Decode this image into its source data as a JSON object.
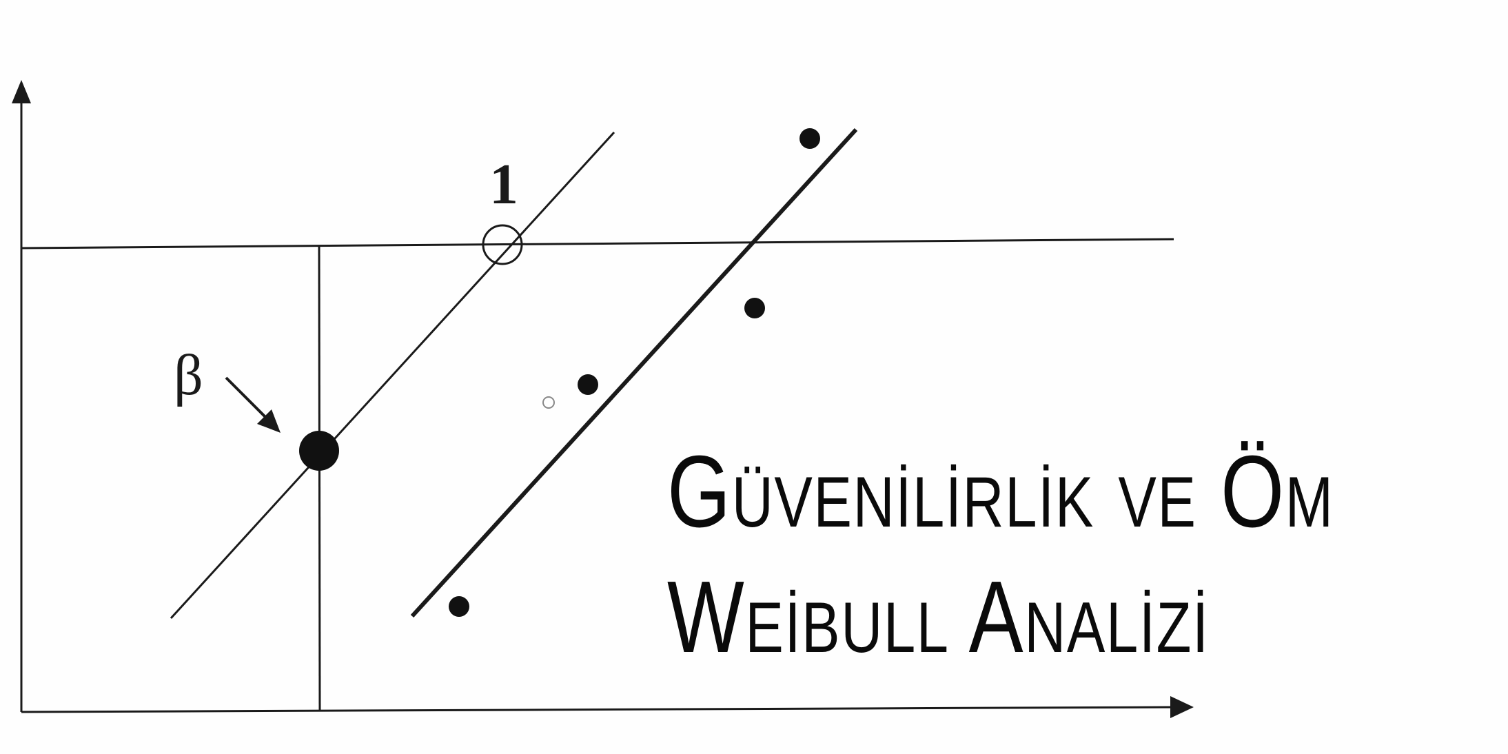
{
  "title": {
    "line1": "Güvenilirlik ve Öm",
    "line2": "Weibull Analizi"
  },
  "diagram": {
    "labels": {
      "slope_point": "1",
      "shape_parameter": "β"
    },
    "line_color": "#1a1a1a"
  }
}
